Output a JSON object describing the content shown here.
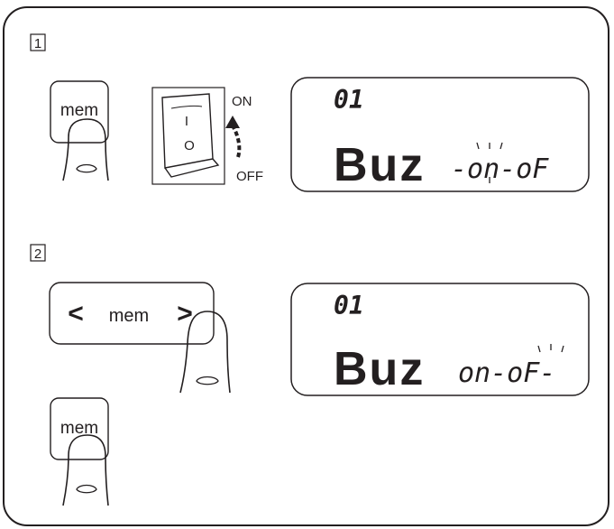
{
  "steps": {
    "step1": {
      "number": "1"
    },
    "step2": {
      "number": "2"
    }
  },
  "buttons": {
    "mem_label": "mem",
    "left_arrow": "<",
    "right_arrow": ">"
  },
  "switch": {
    "on_label": "ON",
    "off_label": "OFF",
    "rocker_top": "I",
    "rocker_bottom": "O"
  },
  "displays": {
    "display1": {
      "line1": "01",
      "line2_main": "Buz",
      "line2_option": "-on-oF"
    },
    "display2": {
      "line1": "01",
      "line2_main": "Buz",
      "line2_option": "on-oF-"
    }
  },
  "colors": {
    "ink": "#231f20",
    "background": "#ffffff"
  }
}
